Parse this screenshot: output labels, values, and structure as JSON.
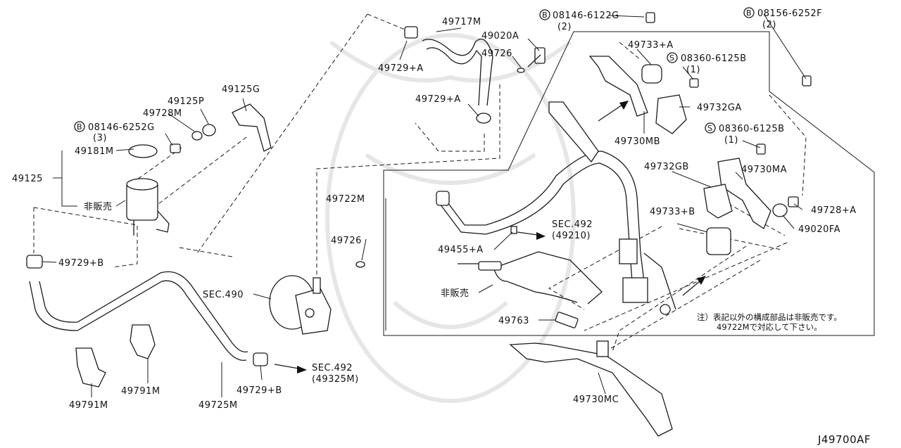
{
  "diagram_id": "J49700AF",
  "labels": {
    "p49717M": "49717M",
    "p49020A": "49020A",
    "p49726_top": "49726",
    "p49729A_top": "49729+A",
    "p49729A_mid": "49729+A",
    "b08146_6122G": "08146-6122G",
    "b08146_6122G_qty": "(2)",
    "b08156_6252F": "08156-6252F",
    "b08156_6252F_qty": "(2)",
    "p49733A": "49733+A",
    "s08360_6125B_top": "08360-6125B",
    "s08360_6125B_top_qty": "(1)",
    "p49732GA": "49732GA",
    "p49730MB": "49730MB",
    "s08360_6125B_mid": "08360-6125B",
    "s08360_6125B_mid_qty": "(1)",
    "p49732GB": "49732GB",
    "p49730MA": "49730MA",
    "p49728A": "49728+A",
    "p49733B": "49733+B",
    "p49020FA": "49020FA",
    "p49125G": "49125G",
    "p49125P": "49125P",
    "p49728M": "49728M",
    "b08146_6252G": "08146-6252G",
    "b08146_6252G_qty": "(3)",
    "p49181M": "49181M",
    "p49125": "49125",
    "hanbai_left": "非販売",
    "p49722M": "49722M",
    "p49726_mid": "49726",
    "sec492_upper": "SEC.492",
    "sec492_upper_ref": "(49210)",
    "p49455A": "49455+A",
    "hanbai_mid": "非販売",
    "p49763": "49763",
    "p49729B_left": "49729+B",
    "sec490": "SEC.490",
    "sec492_lower": "SEC.492",
    "sec492_lower_ref": "(49325M)",
    "p49729B_bottom": "49729+B",
    "p49791M_a": "49791M",
    "p49791M_b": "49791M",
    "p49725M": "49725M",
    "p49730MC": "49730MC",
    "note_line1": "注）表記以外の構成部品は非販売です。",
    "note_line2": "49722Mで対応して下さい。",
    "b_marker": "B",
    "s_marker": "S"
  }
}
